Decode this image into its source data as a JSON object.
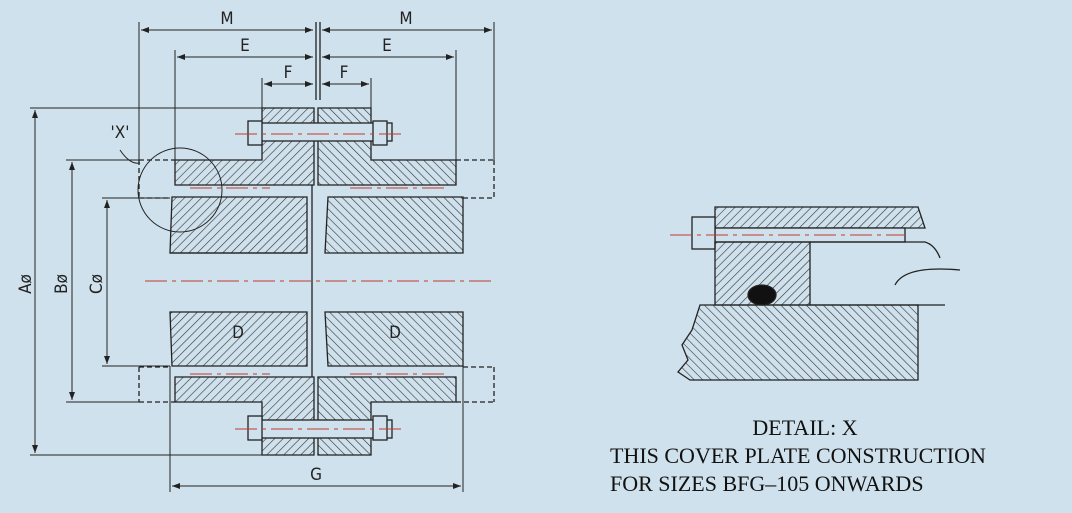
{
  "drawing": {
    "dimensions": {
      "m_left": "M",
      "m_right": "M",
      "e_left": "E",
      "e_right": "E",
      "f_left": "F",
      "f_right": "F",
      "detail_ref": "'X'",
      "a_dia": "Aø",
      "b_dia": "Bø",
      "c_dia": "Cø",
      "d_left": "D",
      "d_right": "D",
      "g": "G"
    },
    "colors": {
      "background": "#cfe1ec",
      "line": "#222222",
      "centerline": "#c0392b"
    }
  },
  "caption": {
    "line1": "DETAIL: X",
    "line2": "THIS COVER PLATE CONSTRUCTION",
    "line3": "FOR SIZES BFG–105 ONWARDS"
  }
}
